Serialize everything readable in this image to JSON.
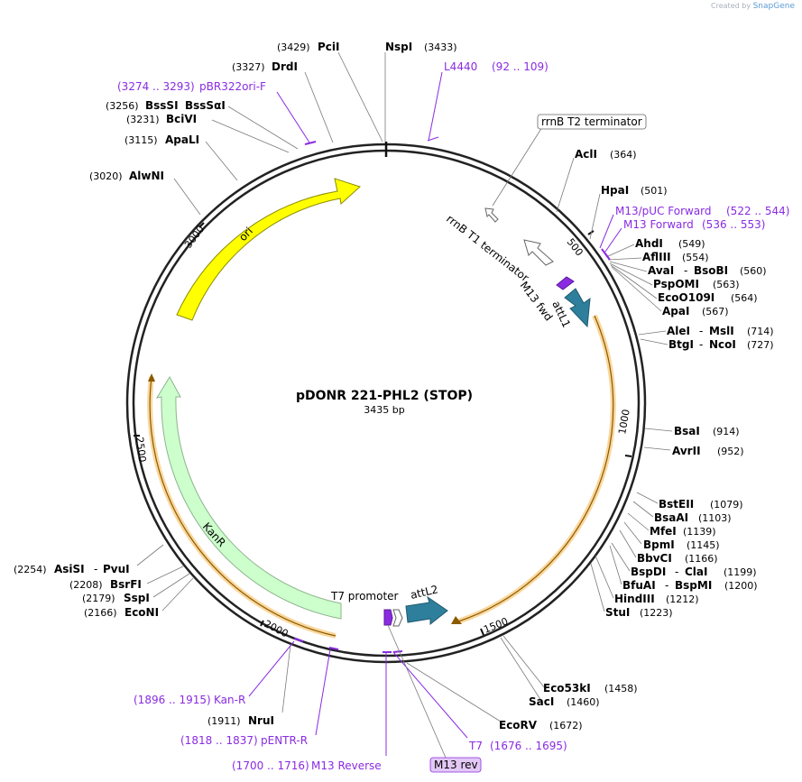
{
  "credit": {
    "prefix": "Created by",
    "brand": "SnapGene"
  },
  "plasmid": {
    "name": "pDONR 221-PHL2 (STOP)",
    "length_label": "3435 bp",
    "length": 3435
  },
  "ticks": [
    {
      "bp": 500,
      "label": "500"
    },
    {
      "bp": 1000,
      "label": "1000"
    },
    {
      "bp": 1500,
      "label": "1500"
    },
    {
      "bp": 2000,
      "label": "2000"
    },
    {
      "bp": 2500,
      "label": "2500"
    },
    {
      "bp": 3000,
      "label": "3000"
    }
  ],
  "features": [
    {
      "id": "ori",
      "label": "ori",
      "color": "#ffff00",
      "stroke": "#8c8c00"
    },
    {
      "id": "kanr",
      "label": "KanR",
      "color": "#ccffcc",
      "stroke": "#8fb38f"
    },
    {
      "id": "attl1",
      "label": "attL1",
      "color": "#2e7f9c",
      "stroke": "#1e5a70"
    },
    {
      "id": "attl2",
      "label": "attL2",
      "color": "#2e7f9c",
      "stroke": "#1e5a70"
    },
    {
      "id": "rrnb-t1",
      "label": "rrnB T1 terminator",
      "color": "#ffffff",
      "stroke": "#666666"
    },
    {
      "id": "rrnb-t2",
      "label": "rrnB T2 terminator",
      "color": "#ffffff",
      "stroke": "#666666"
    },
    {
      "id": "m13-fwd",
      "label": "M13 fwd",
      "color": "#8a2be2",
      "stroke": "#5a1a9a"
    },
    {
      "id": "t7-promoter",
      "label": "T7 promoter",
      "color": "#ffffff",
      "stroke": "#666666"
    }
  ],
  "enzymes": [
    {
      "name": "PciI",
      "pos": "(3429)"
    },
    {
      "name": "NspI",
      "pos": "(3433)"
    },
    {
      "name": "DrdI",
      "pos": "(3327)"
    },
    {
      "name": "BssSI",
      "name2": "BssSαI",
      "pos": "(3256)"
    },
    {
      "name": "BciVI",
      "pos": "(3231)"
    },
    {
      "name": "ApaLI",
      "pos": "(3115)"
    },
    {
      "name": "AlwNI",
      "pos": "(3020)"
    },
    {
      "name": "AclI",
      "pos": "(364)"
    },
    {
      "name": "HpaI",
      "pos": "(501)"
    },
    {
      "name": "AhdI",
      "pos": "(549)"
    },
    {
      "name": "AflIII",
      "pos": "(554)"
    },
    {
      "name": "AvaI",
      "name2": "BsoBI",
      "pos": "(560)"
    },
    {
      "name": "PspOMI",
      "pos": "(563)"
    },
    {
      "name": "EcoO109I",
      "pos": "(564)"
    },
    {
      "name": "ApaI",
      "pos": "(567)"
    },
    {
      "name": "AleI",
      "name2": "MslI",
      "pos": "(714)"
    },
    {
      "name": "BtgI",
      "name2": "NcoI",
      "pos": "(727)"
    },
    {
      "name": "BsaI",
      "pos": "(914)"
    },
    {
      "name": "AvrII",
      "pos": "(952)"
    },
    {
      "name": "BstEII",
      "pos": "(1079)"
    },
    {
      "name": "BsaAI",
      "pos": "(1103)"
    },
    {
      "name": "MfeI",
      "pos": "(1139)"
    },
    {
      "name": "BpmI",
      "pos": "(1145)"
    },
    {
      "name": "BbvCI",
      "pos": "(1166)"
    },
    {
      "name": "BspDI",
      "name2": "ClaI",
      "pos": "(1199)"
    },
    {
      "name": "BfuAI",
      "name2": "BspMI",
      "pos": "(1200)"
    },
    {
      "name": "HindIII",
      "pos": "(1212)"
    },
    {
      "name": "StuI",
      "pos": "(1223)"
    },
    {
      "name": "Eco53kI",
      "pos": "(1458)"
    },
    {
      "name": "SacI",
      "pos": "(1460)"
    },
    {
      "name": "EcoRV",
      "pos": "(1672)"
    },
    {
      "name": "NruI",
      "pos": "(1911)"
    },
    {
      "name": "AsiSI",
      "name2": "PvuI",
      "pos": "(2254)"
    },
    {
      "name": "BsrFI",
      "pos": "(2208)"
    },
    {
      "name": "SspI",
      "pos": "(2179)"
    },
    {
      "name": "EcoNI",
      "pos": "(2166)"
    }
  ],
  "primers": [
    {
      "name": "L4440",
      "range": "(92 .. 109)"
    },
    {
      "name": "pBR322ori-F",
      "range": "(3274 .. 3293)"
    },
    {
      "name": "M13/pUC Forward",
      "range": "(522 .. 544)"
    },
    {
      "name": "M13 Forward",
      "range": "(536 .. 553)"
    },
    {
      "name": "Kan-R",
      "range": "(1896 .. 1915)"
    },
    {
      "name": "pENTR-R",
      "range": "(1818 .. 1837)"
    },
    {
      "name": "M13 Reverse",
      "range": "(1700 .. 1716)"
    },
    {
      "name": "T7",
      "range": "(1676 .. 1695)"
    },
    {
      "name": "M13 rev",
      "range": ""
    }
  ],
  "orf_color": "#f5a623",
  "primer_color": "#8a2be2"
}
